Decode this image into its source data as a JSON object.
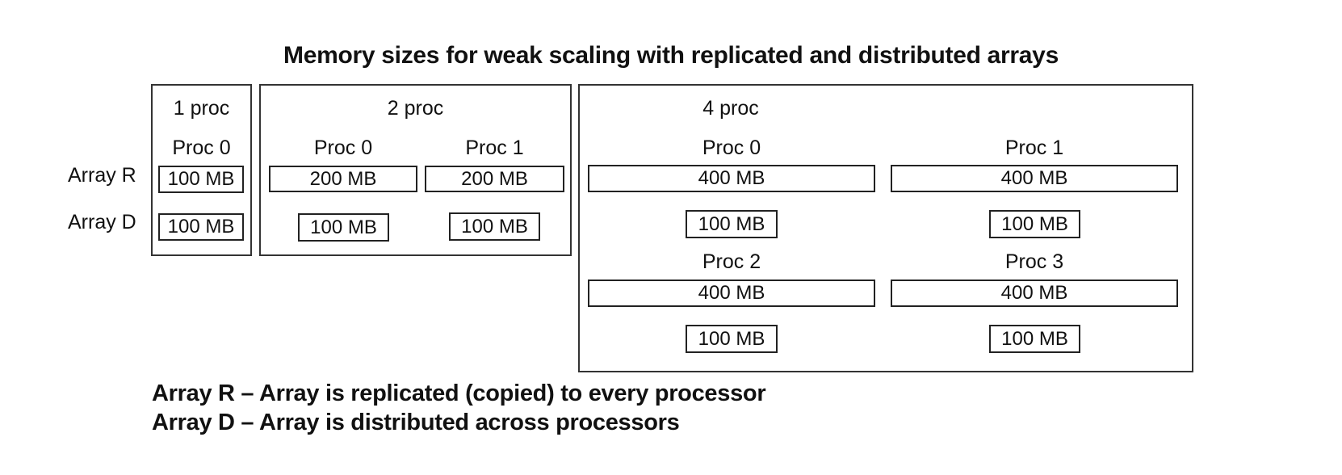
{
  "title": "Memory sizes for weak scaling with replicated and distributed arrays",
  "row_labels": {
    "array_r": "Array R",
    "array_d": "Array D"
  },
  "groups": {
    "one": {
      "label": "1 proc",
      "procs": [
        {
          "label": "Proc 0",
          "r": "100 MB",
          "d": "100 MB"
        }
      ]
    },
    "two": {
      "label": "2 proc",
      "procs": [
        {
          "label": "Proc 0",
          "r": "200 MB",
          "d": "100 MB"
        },
        {
          "label": "Proc 1",
          "r": "200 MB",
          "d": "100 MB"
        }
      ]
    },
    "four": {
      "label": "4 proc",
      "procs": [
        {
          "label": "Proc 0",
          "r": "400 MB",
          "d": "100 MB"
        },
        {
          "label": "Proc 1",
          "r": "400 MB",
          "d": "100 MB"
        },
        {
          "label": "Proc 2",
          "r": "400 MB",
          "d": "100 MB"
        },
        {
          "label": "Proc 3",
          "r": "400 MB",
          "d": "100 MB"
        }
      ]
    }
  },
  "legend": [
    "Array R – Array is replicated (copied) to every processor",
    "Array D – Array is distributed across processors"
  ]
}
